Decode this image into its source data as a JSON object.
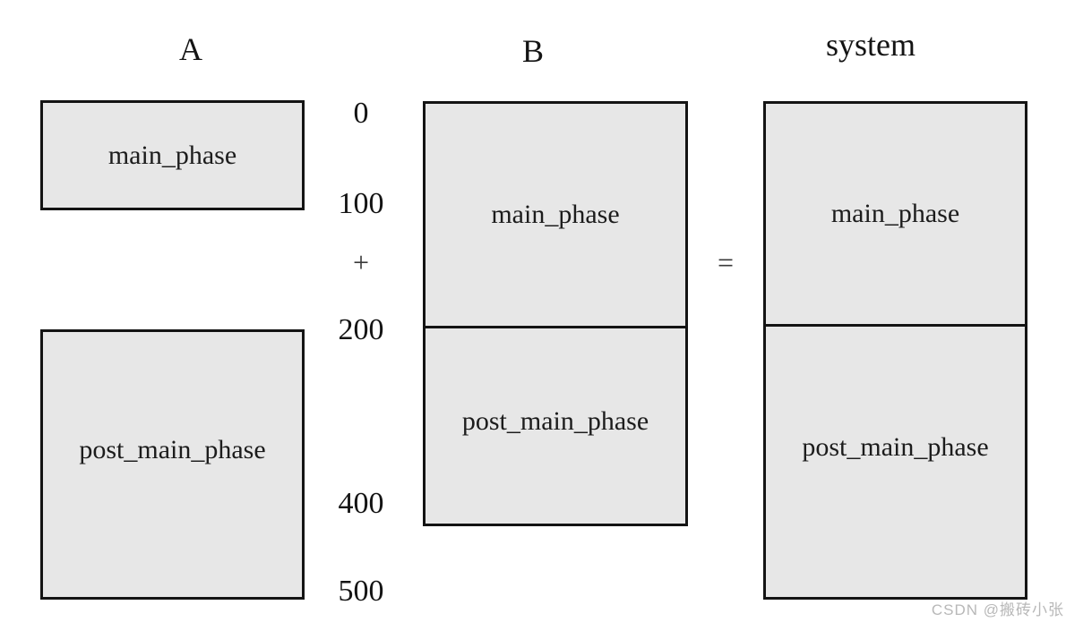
{
  "diagram": {
    "columns": {
      "a": {
        "title": "A",
        "phases": {
          "main": "main_phase",
          "post": "post_main_phase"
        }
      },
      "b": {
        "title": "B",
        "phases": {
          "main": "main_phase",
          "post": "post_main_phase"
        }
      },
      "system": {
        "title": "system",
        "phases": {
          "main": "main_phase",
          "post": "post_main_phase"
        }
      }
    },
    "axis": {
      "ticks": {
        "t0": "0",
        "t100": "100",
        "t200": "200",
        "t400": "400",
        "t500": "500"
      }
    },
    "operators": {
      "plus": "+",
      "equals": "="
    },
    "watermark": "CSDN @搬砖小张",
    "colors": {
      "background": "#ffffff",
      "box_fill": "#e7e7e7",
      "box_border": "#141414",
      "text": "#1c1c1c",
      "watermark": "#b8b8b8"
    }
  }
}
